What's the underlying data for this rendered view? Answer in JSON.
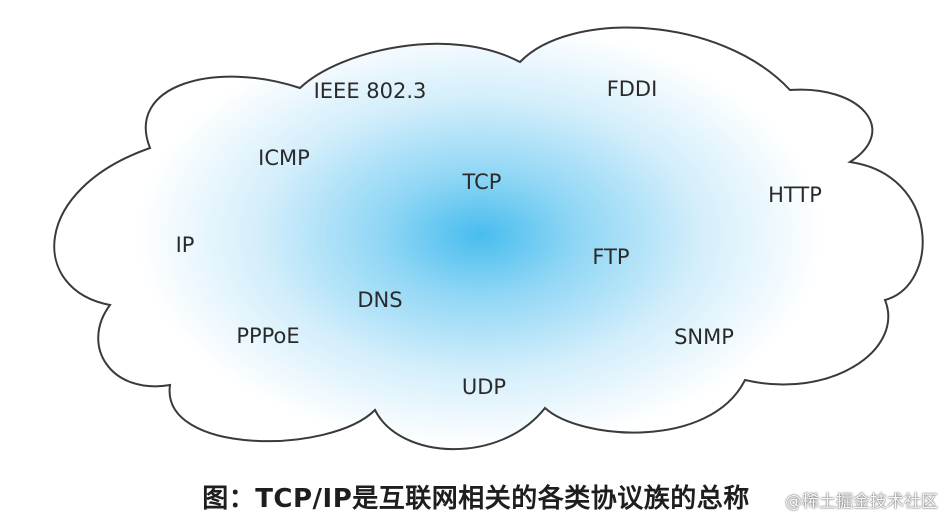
{
  "protocols": [
    "IEEE 802.3",
    "FDDI",
    "ICMP",
    "TCP",
    "HTTP",
    "IP",
    "FTP",
    "DNS",
    "PPPoE",
    "SNMP",
    "UDP"
  ],
  "caption": "图：TCP/IP是互联网相关的各类协议族的总称",
  "watermark": "@稀土掘金技术社区",
  "colors": {
    "cloud_center": "#4fc0ee",
    "cloud_edge": "#ffffff",
    "cloud_outline": "#3a3a3a",
    "text": "#2a2a2a"
  }
}
